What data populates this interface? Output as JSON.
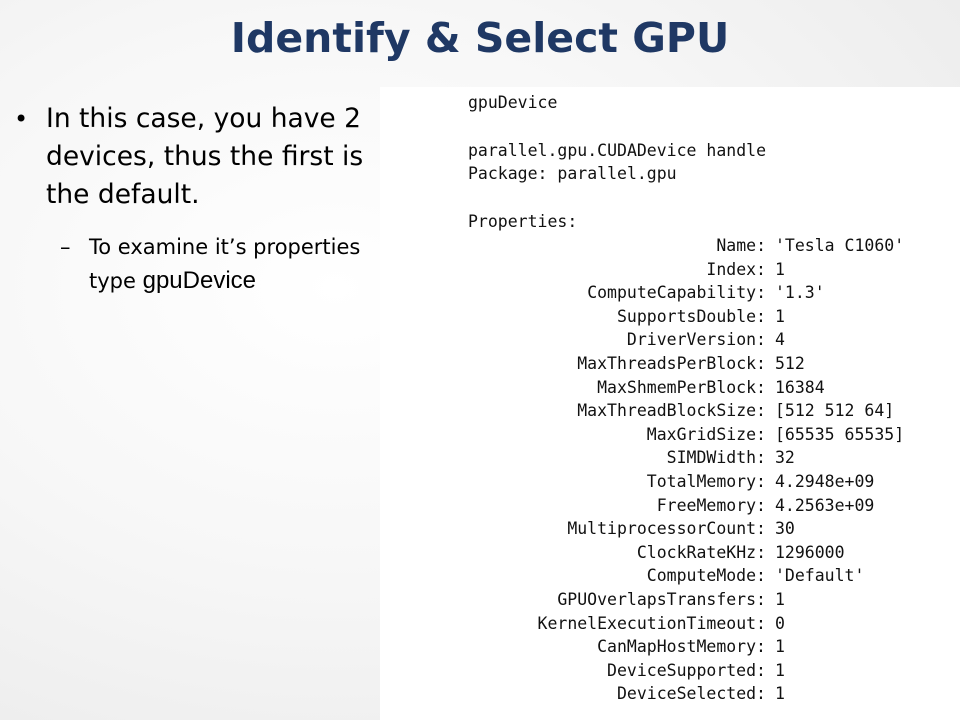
{
  "title": "Identify & Select GPU",
  "bullet": {
    "main": "In this case, you have 2 devices, thus the first is the default.",
    "dot": "•",
    "sub_dash": "–",
    "sub_text": "To examine it’s properties type",
    "sub_code": "gpuDevice"
  },
  "console": {
    "command": "gpuDevice",
    "handle_line": "parallel.gpu.CUDADevice handle",
    "package_line": "Package: parallel.gpu",
    "properties_header": "Properties:",
    "properties": [
      {
        "key": "Name:",
        "value": "'Tesla C1060'"
      },
      {
        "key": "Index:",
        "value": "1"
      },
      {
        "key": "ComputeCapability:",
        "value": "'1.3'"
      },
      {
        "key": "SupportsDouble:",
        "value": "1"
      },
      {
        "key": "DriverVersion:",
        "value": "4"
      },
      {
        "key": "MaxThreadsPerBlock:",
        "value": "512"
      },
      {
        "key": "MaxShmemPerBlock:",
        "value": "16384"
      },
      {
        "key": "MaxThreadBlockSize:",
        "value": "[512 512 64]"
      },
      {
        "key": "MaxGridSize:",
        "value": "[65535 65535]"
      },
      {
        "key": "SIMDWidth:",
        "value": "32"
      },
      {
        "key": "TotalMemory:",
        "value": "4.2948e+09"
      },
      {
        "key": "FreeMemory:",
        "value": "4.2563e+09"
      },
      {
        "key": "MultiprocessorCount:",
        "value": "30"
      },
      {
        "key": "ClockRateKHz:",
        "value": "1296000"
      },
      {
        "key": "ComputeMode:",
        "value": "'Default'"
      },
      {
        "key": "GPUOverlapsTransfers:",
        "value": "1"
      },
      {
        "key": "KernelExecutionTimeout:",
        "value": "0"
      },
      {
        "key": "CanMapHostMemory:",
        "value": "1"
      },
      {
        "key": "DeviceSupported:",
        "value": "1"
      },
      {
        "key": "DeviceSelected:",
        "value": "1"
      }
    ]
  },
  "colors": {
    "title": "#1f3864",
    "text": "#000000",
    "console_bg": "#ffffff"
  }
}
